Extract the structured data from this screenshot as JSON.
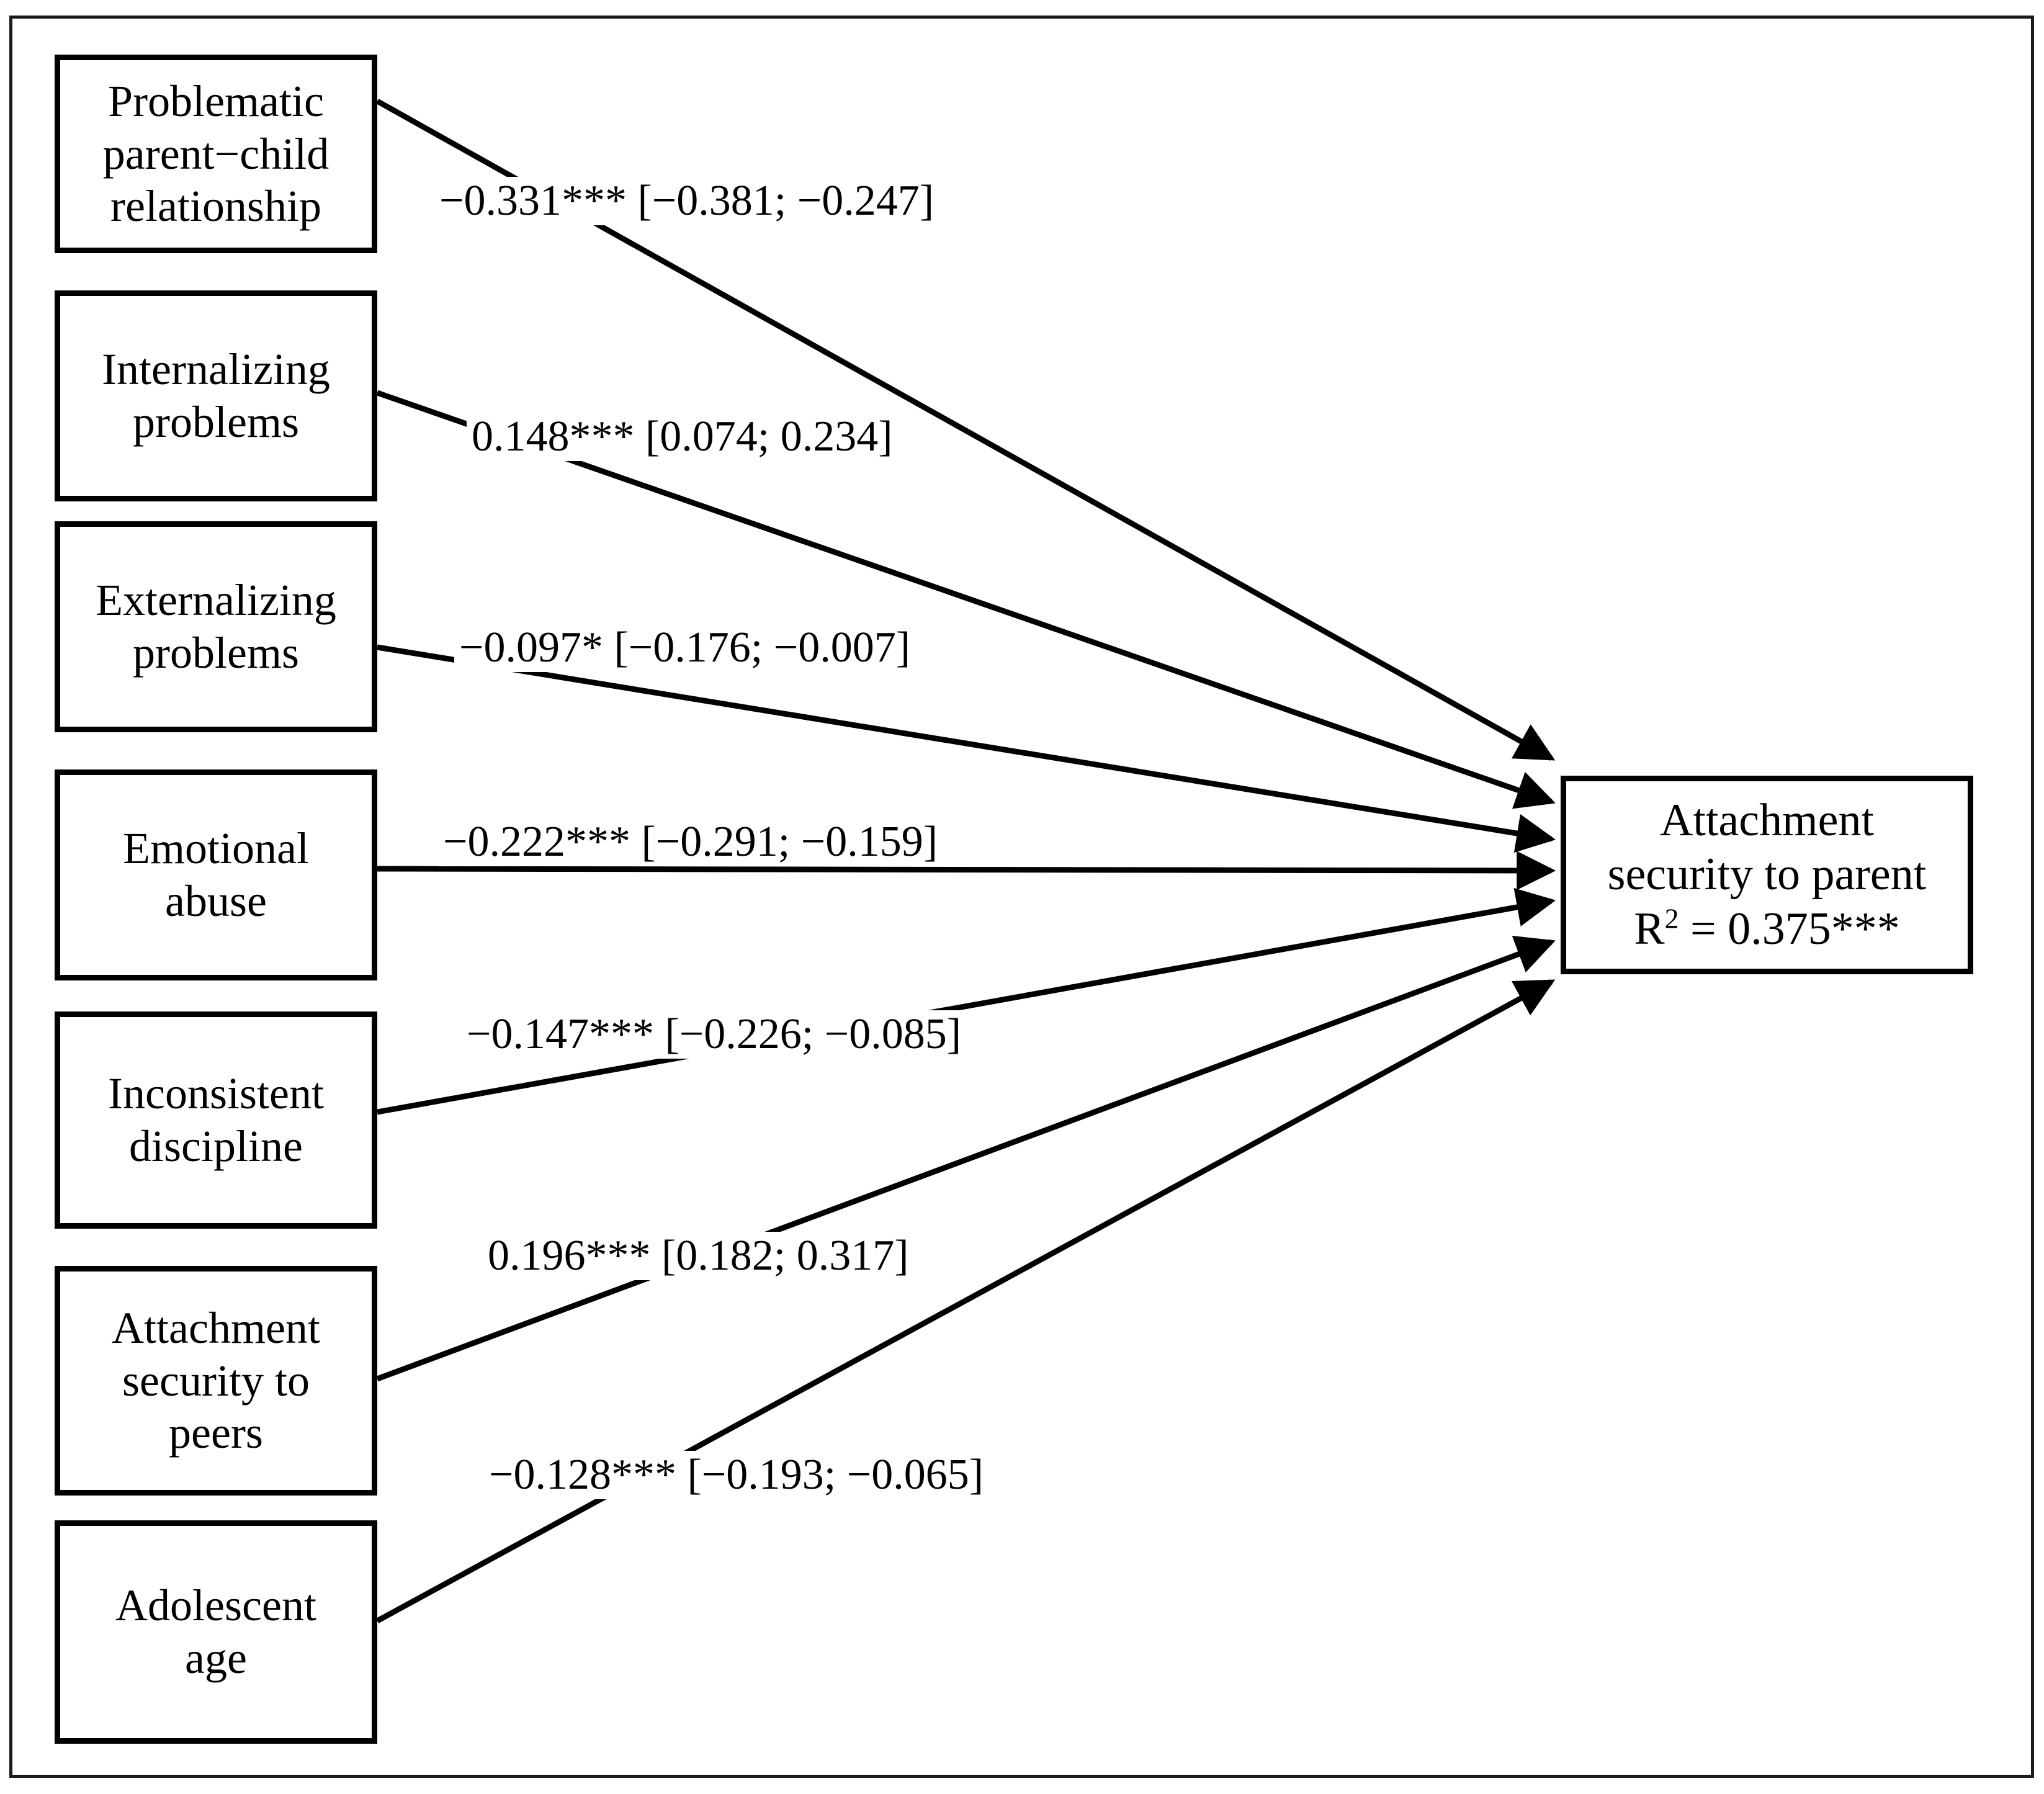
{
  "figure": {
    "type": "path-diagram",
    "outcome": {
      "title_line1": "Attachment",
      "title_line2": "security to parent",
      "r2_prefix": "R",
      "r2_exponent": "2",
      "r2_value": " = 0.375***"
    },
    "predictors": [
      {
        "id": "problematic-parent-child-relationship",
        "label": "Problematic\nparent−child\nrelationship"
      },
      {
        "id": "internalizing-problems",
        "label": "Internalizing\nproblems"
      },
      {
        "id": "externalizing-problems",
        "label": "Externalizing\nproblems"
      },
      {
        "id": "emotional-abuse",
        "label": "Emotional\nabuse"
      },
      {
        "id": "inconsistent-discipline",
        "label": "Inconsistent\ndiscipline"
      },
      {
        "id": "attachment-security-to-peers",
        "label": "Attachment\nsecurity to\npeers"
      },
      {
        "id": "adolescent-age",
        "label": "Adolescent\nage"
      }
    ],
    "paths": [
      {
        "from": "problematic-parent-child-relationship",
        "to": "attachment-security-to-parent",
        "label": "−0.331*** [−0.381; −0.247]",
        "estimate": -0.331,
        "ci_low": -0.381,
        "ci_high": -0.247,
        "significance": "***"
      },
      {
        "from": "internalizing-problems",
        "to": "attachment-security-to-parent",
        "label": "0.148*** [0.074; 0.234]",
        "estimate": 0.148,
        "ci_low": 0.074,
        "ci_high": 0.234,
        "significance": "***"
      },
      {
        "from": "externalizing-problems",
        "to": "attachment-security-to-parent",
        "label": "−0.097* [−0.176; −0.007]",
        "estimate": -0.097,
        "ci_low": -0.176,
        "ci_high": -0.007,
        "significance": "*"
      },
      {
        "from": "emotional-abuse",
        "to": "attachment-security-to-parent",
        "label": "−0.222*** [−0.291; −0.159]",
        "estimate": -0.222,
        "ci_low": -0.291,
        "ci_high": -0.159,
        "significance": "***"
      },
      {
        "from": "inconsistent-discipline",
        "to": "attachment-security-to-parent",
        "label": "−0.147*** [−0.226; −0.085]",
        "estimate": -0.147,
        "ci_low": -0.226,
        "ci_high": -0.085,
        "significance": "***"
      },
      {
        "from": "attachment-security-to-peers",
        "to": "attachment-security-to-parent",
        "label": "0.196*** [0.182; 0.317]",
        "estimate": 0.196,
        "ci_low": 0.182,
        "ci_high": 0.317,
        "significance": "***"
      },
      {
        "from": "adolescent-age",
        "to": "attachment-security-to-parent",
        "label": "−0.128*** [−0.193; −0.065]",
        "estimate": -0.128,
        "ci_low": -0.193,
        "ci_high": -0.065,
        "significance": "***"
      }
    ],
    "colors": {
      "stroke": "#000000",
      "background": "#ffffff",
      "frame": "#1a1a1a"
    }
  }
}
